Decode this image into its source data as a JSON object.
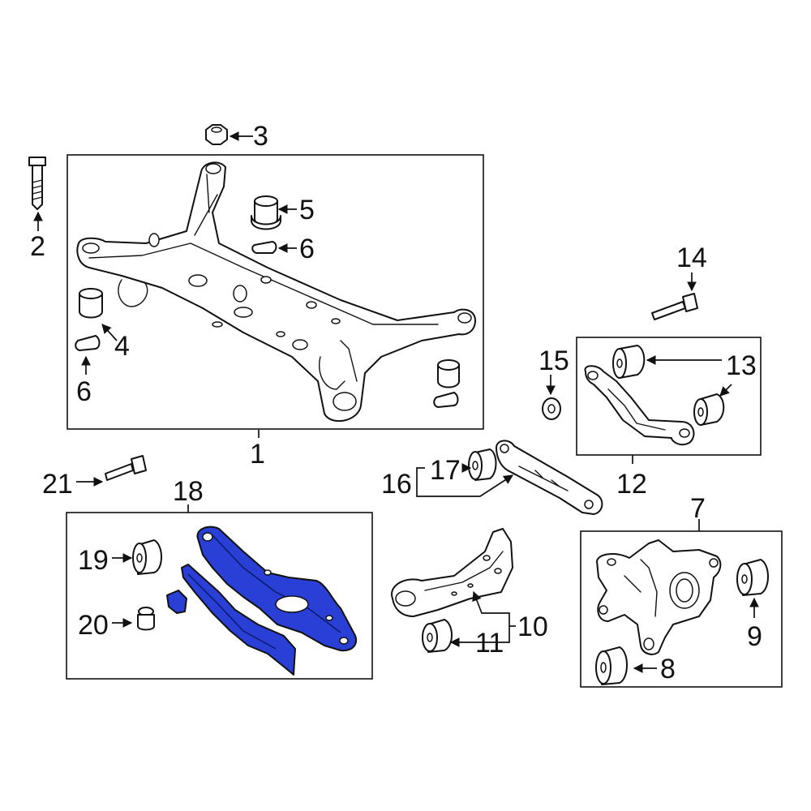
{
  "highlight_color": "#2a3fd6",
  "callouts": {
    "c1": "1",
    "c2": "2",
    "c3": "3",
    "c4": "4",
    "c5": "5",
    "c6a": "6",
    "c6b": "6",
    "c7": "7",
    "c8": "8",
    "c9": "9",
    "c10": "10",
    "c11": "11",
    "c12": "12",
    "c13": "13",
    "c14": "14",
    "c15": "15",
    "c16": "16",
    "c17": "17",
    "c18": "18",
    "c19": "19",
    "c20": "20",
    "c21": "21"
  }
}
